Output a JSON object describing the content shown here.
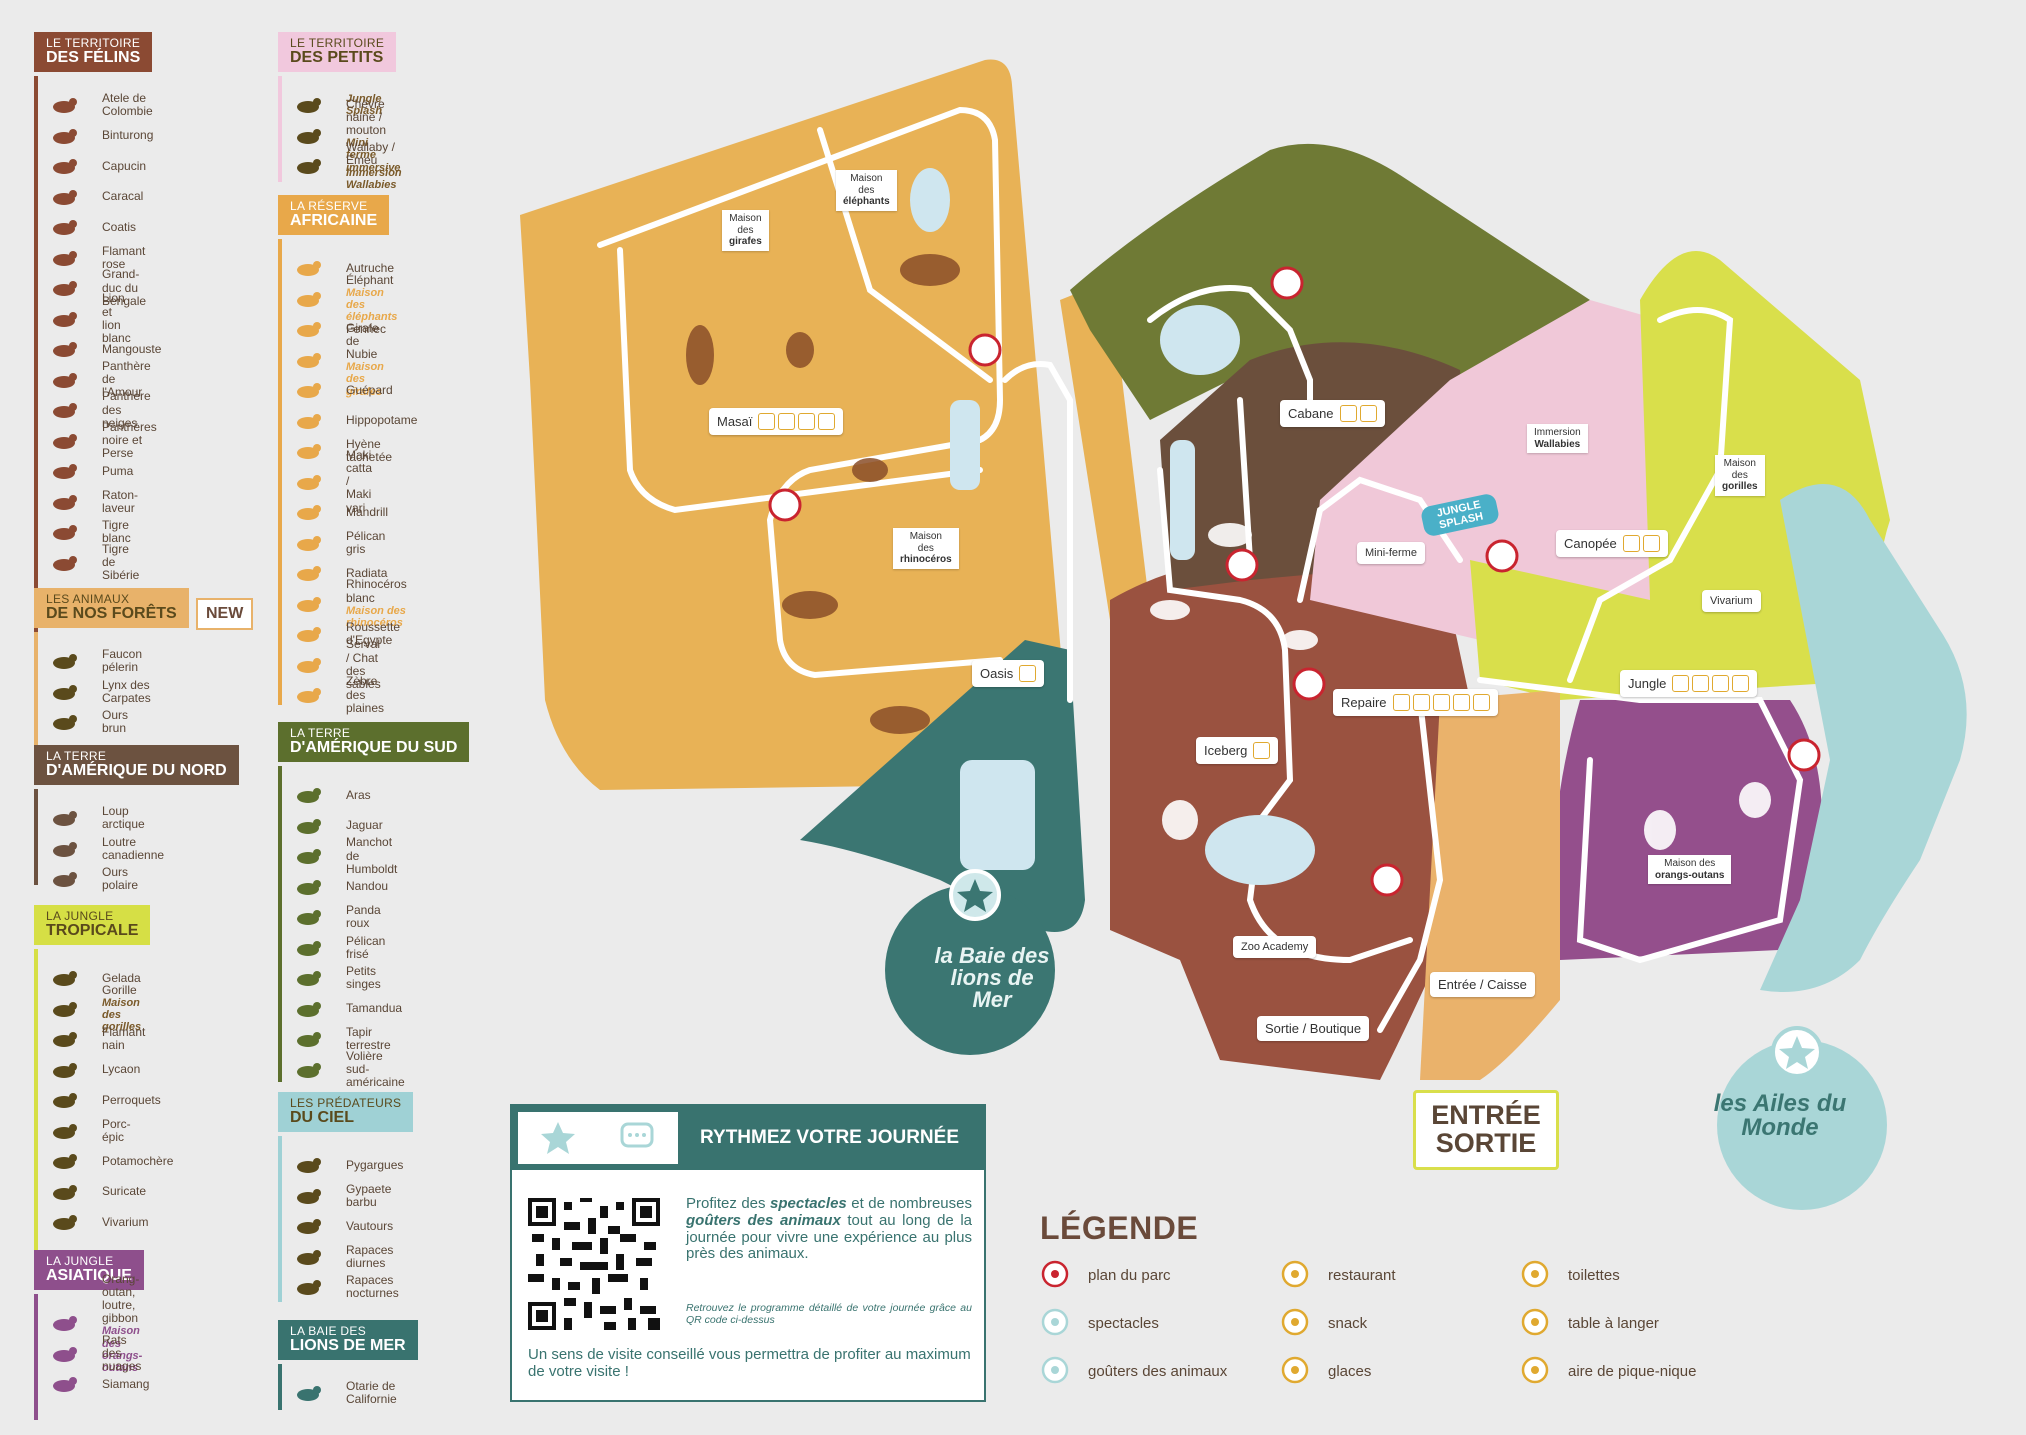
{
  "categories": [
    {
      "id": "felins",
      "title1": "LE TERRITOIRE",
      "title2": "DES FÉLINS",
      "color": "#8b4a33",
      "items": [
        {
          "name": "Atele de Colombie"
        },
        {
          "name": "Binturong"
        },
        {
          "name": "Capucin"
        },
        {
          "name": "Caracal"
        },
        {
          "name": "Coatis"
        },
        {
          "name": "Flamant rose"
        },
        {
          "name": "Grand-duc du Bengale"
        },
        {
          "name": "Lion et lion blanc"
        },
        {
          "name": "Mangouste"
        },
        {
          "name": "Panthère de l'Amour"
        },
        {
          "name": "Panthère des neiges"
        },
        {
          "name": "Panthères noire et Perse"
        },
        {
          "name": "Puma"
        },
        {
          "name": "Raton-laveur"
        },
        {
          "name": "Tigre blanc"
        },
        {
          "name": "Tigre de Sibérie"
        }
      ]
    },
    {
      "id": "forets",
      "title1": "LES ANIMAUX",
      "title2": "DE NOS FORÊTS",
      "badge": "NEW",
      "color": "#e8b26a",
      "dark": true,
      "items": [
        {
          "name": "Faucon pélerin"
        },
        {
          "name": "Lynx des Carpates"
        },
        {
          "name": "Ours brun"
        }
      ]
    },
    {
      "id": "nord",
      "title1": "LA TERRE",
      "title2": "D'AMÉRIQUE DU NORD",
      "color": "#6c5240",
      "items": [
        {
          "name": "Loup arctique"
        },
        {
          "name": "Loutre canadienne"
        },
        {
          "name": "Ours polaire"
        }
      ]
    },
    {
      "id": "tropicale",
      "title1": "LA JUNGLE",
      "title2": "TROPICALE",
      "color": "#d6df45",
      "dark": true,
      "items": [
        {
          "name": "Gelada"
        },
        {
          "name": "Gorille",
          "sub": "Maison des gorilles"
        },
        {
          "name": "Flamant nain"
        },
        {
          "name": "Lycaon"
        },
        {
          "name": "Perroquets"
        },
        {
          "name": "Porc-épic"
        },
        {
          "name": "Potamochère"
        },
        {
          "name": "Suricate"
        },
        {
          "name": "Vivarium"
        }
      ]
    },
    {
      "id": "asiatique",
      "title1": "LA JUNGLE",
      "title2": "ASIATIQUE",
      "color": "#8e4f8c",
      "items": [
        {
          "name": "Orang-outan, loutre, gibbon",
          "sub": "Maison des orangs-outans"
        },
        {
          "name": "Rats des nuages"
        },
        {
          "name": "Siamang"
        }
      ]
    },
    {
      "id": "petits",
      "title1": "LE TERRITOIRE",
      "title2": "DES PETITS",
      "color": "#f1c8dd",
      "dark": true,
      "items": [
        {
          "name": "",
          "sub": "Jungle Splash"
        },
        {
          "name": "Chèvre naine / mouton",
          "sub": "Mini ferme immersive"
        },
        {
          "name": "Wallaby / Emeu",
          "sub": "Immersion Wallabies"
        }
      ]
    },
    {
      "id": "africaine",
      "title1": "LA RÉSERVE",
      "title2": "AFRICAINE",
      "color": "#e8a84a",
      "items": [
        {
          "name": "Autruche"
        },
        {
          "name": "Éléphant",
          "sub": "Maison des éléphants"
        },
        {
          "name": "Fennec"
        },
        {
          "name": "Girafe de Nubie",
          "sub": "Maison des girafes"
        },
        {
          "name": "Guépard"
        },
        {
          "name": "Hippopotame"
        },
        {
          "name": "Hyène tachetée"
        },
        {
          "name": "Maki catta / Maki vari"
        },
        {
          "name": "Mandrill"
        },
        {
          "name": "Pélican gris"
        },
        {
          "name": "Radiata"
        },
        {
          "name": "Rhinocéros blanc",
          "sub": "Maison des rhinocéros"
        },
        {
          "name": "Roussette d'Egypte"
        },
        {
          "name": "Serval / Chat des sables"
        },
        {
          "name": "Zèbre des plaines"
        }
      ]
    },
    {
      "id": "sud",
      "title1": "LA TERRE",
      "title2": "D'AMÉRIQUE DU SUD",
      "color": "#5c6f2d",
      "items": [
        {
          "name": "Aras"
        },
        {
          "name": "Jaguar"
        },
        {
          "name": "Manchot de Humboldt"
        },
        {
          "name": "Nandou"
        },
        {
          "name": "Panda roux"
        },
        {
          "name": "Pélican frisé"
        },
        {
          "name": "Petits singes"
        },
        {
          "name": "Tamandua"
        },
        {
          "name": "Tapir terrestre"
        },
        {
          "name": "Volière sud-américaine"
        }
      ]
    },
    {
      "id": "predateurs",
      "title1": "LES PRÉDATEURS",
      "title2": "DU CIEL",
      "color": "#9fd1d5",
      "dark": true,
      "items": [
        {
          "name": "Pygargues"
        },
        {
          "name": "Gypaete barbu"
        },
        {
          "name": "Vautours"
        },
        {
          "name": "Rapaces diurnes"
        },
        {
          "name": "Rapaces nocturnes"
        }
      ]
    },
    {
      "id": "lions",
      "title1": "LA BAIE DES",
      "title2": "LIONS DE MER",
      "color": "#39736f",
      "items": [
        {
          "name": "Otarie de Californie"
        }
      ]
    }
  ],
  "map_labels": {
    "masai": "Masaï",
    "oasis": "Oasis",
    "cabane": "Cabane",
    "canopee": "Canopée",
    "repaire": "Repaire",
    "iceberg": "Iceberg",
    "jungle": "Jungle",
    "zoo_academy": "Zoo Academy",
    "entree_caisse": "Entrée / Caisse",
    "sortie_boutique": "Sortie / Boutique",
    "entree": "ENTRÉE",
    "sortie": "SORTIE",
    "mini_ferme": "Mini-ferme",
    "vivarium": "Vivarium",
    "jungle_splash": "JUNGLE SPLASH",
    "baie_lions": "la Baie des lions de Mer",
    "ailes_monde": "les Ailes du Monde"
  },
  "houses": [
    {
      "id": "girafes",
      "line1": "Maison",
      "line2": "des",
      "bold": "girafes"
    },
    {
      "id": "elephants",
      "line1": "Maison",
      "line2": "des",
      "bold": "éléphants"
    },
    {
      "id": "rhinoceros",
      "line1": "Maison",
      "line2": "des",
      "bold": "rhinocéros"
    },
    {
      "id": "wallabies",
      "line1": "",
      "line2": "Immersion",
      "bold": "Wallabies"
    },
    {
      "id": "gorilles",
      "line1": "Maison",
      "line2": "des",
      "bold": "gorilles"
    },
    {
      "id": "orangs",
      "line1": "Maison des",
      "line2": "",
      "bold": "orangs-outans"
    }
  ],
  "rythm": {
    "title": "RYTHMEZ VOTRE JOURNÉE",
    "p1_a": "Profitez des",
    "p1_b": "spectacles",
    "p1_c": "et de nombreuses",
    "p1_d": "goûters des animaux",
    "p1_e": "tout au long de la journée pour vivre une expérience au plus près des animaux.",
    "p2": "Retrouvez le programme détaillé de votre journée grâce au QR code ci-dessus",
    "p3": "Un sens de visite conseillé vous permettra de profiter au maximum de votre visite !"
  },
  "legend": {
    "title": "LÉGENDE",
    "items": [
      {
        "label": "plan du parc",
        "icon": "info-pin-icon"
      },
      {
        "label": "spectacles",
        "icon": "star-icon"
      },
      {
        "label": "goûters des animaux",
        "icon": "speech-bubble-icon"
      },
      {
        "label": "restaurant",
        "icon": "fork-knife-icon"
      },
      {
        "label": "snack",
        "icon": "snack-icon"
      },
      {
        "label": "glaces",
        "icon": "ice-cream-icon"
      },
      {
        "label": "toilettes",
        "icon": "toilets-icon"
      },
      {
        "label": "table à langer",
        "icon": "baby-change-icon"
      },
      {
        "label": "aire de pique-nique",
        "icon": "picnic-table-icon"
      }
    ]
  },
  "colors": {
    "africa": "#e8b256",
    "felins": "#9a5240",
    "south": "#6f7a35",
    "north": "#6b4f3c",
    "tropical": "#d9df4b",
    "asia": "#944f8c",
    "petits": "#f0c8d8",
    "sky": "#a9d6d7",
    "lions": "#3b7672",
    "forets": "#eab26b",
    "path": "#ffffff",
    "info": "#c9242f",
    "water": "#cfe6ef"
  }
}
